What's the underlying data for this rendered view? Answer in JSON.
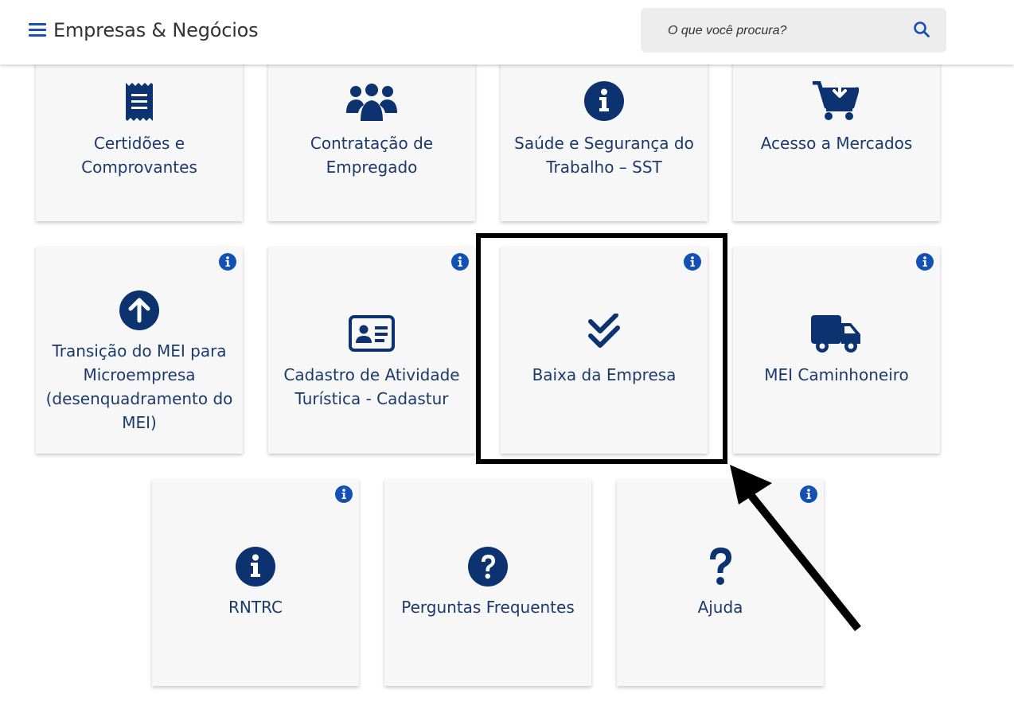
{
  "header": {
    "title": "Empresas & Negócios",
    "search_placeholder": "O que você procura?"
  },
  "cards": [
    {
      "label": "Certidões e Comprovantes",
      "icon": "receipt-icon"
    },
    {
      "label": "Contratação de Empregado",
      "icon": "users-icon"
    },
    {
      "label": "Saúde e Segurança do Trabalho – SST",
      "icon": "info-circle-icon"
    },
    {
      "label": "Acesso a Mercados",
      "icon": "cart-download-icon"
    },
    {
      "label": "Transição do MEI para Microempresa (desenquadramento do MEI)",
      "icon": "arrow-up-circle-icon",
      "info": true
    },
    {
      "label": "Cadastro de Atividade Turística - Cadastur",
      "icon": "id-card-icon",
      "info": true
    },
    {
      "label": "Baixa da Empresa",
      "icon": "double-check-icon",
      "info": true
    },
    {
      "label": "MEI Caminhoneiro",
      "icon": "truck-icon",
      "info": true
    },
    {
      "label": "RNTRC",
      "icon": "info-circle-icon",
      "info": true
    },
    {
      "label": "Perguntas Frequentes",
      "icon": "question-circle-icon"
    },
    {
      "label": "Ajuda",
      "icon": "question-mark-icon",
      "info": true
    }
  ],
  "colors": {
    "primary_dark": "#0c326f",
    "primary": "#1351b4",
    "card_bg": "#f7f7f7"
  }
}
